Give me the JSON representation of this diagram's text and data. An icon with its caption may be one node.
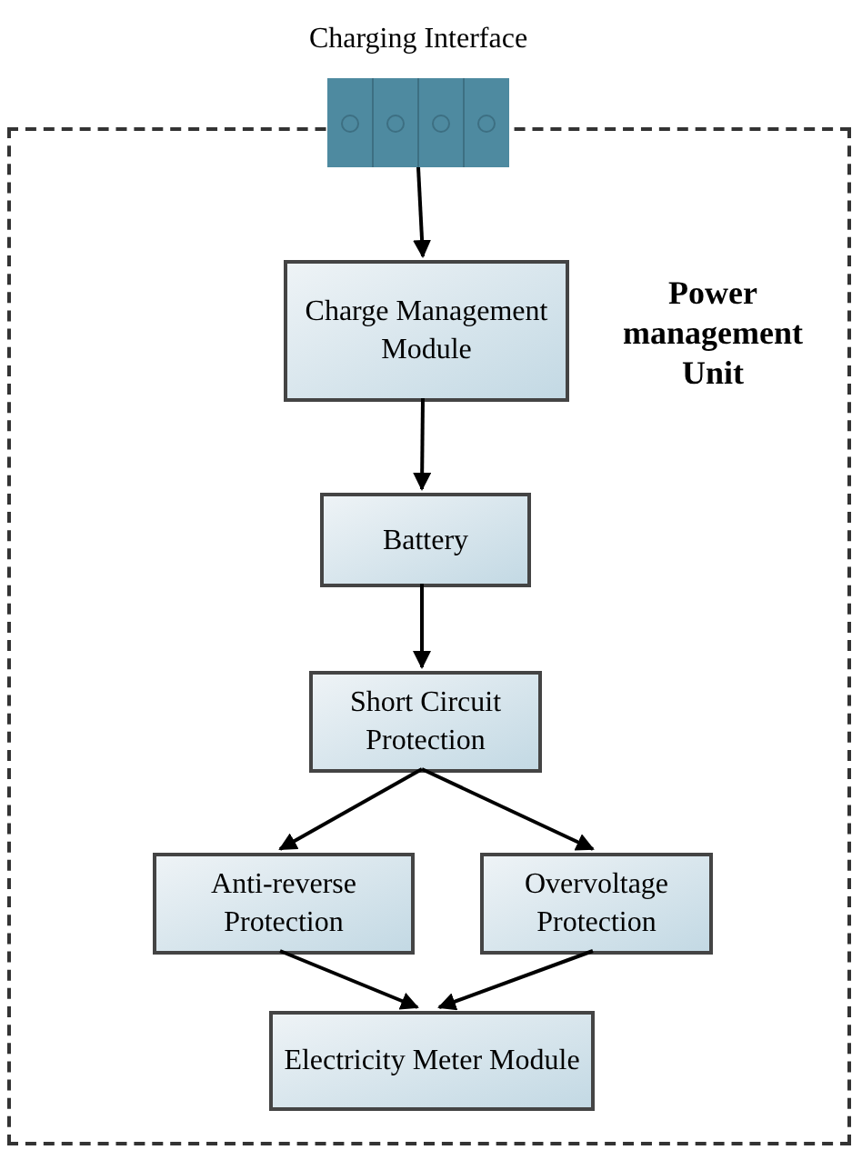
{
  "diagram": {
    "nodes": [
      {
        "text": [
          "Power management Unit"
        ]
      },
      {
        "text": [
          "Charging Interface"
        ]
      },
      {
        "text": [
          "Charge Management Module"
        ],
        "in": 0
      },
      {
        "text": [
          "Battery"
        ],
        "in": 0
      },
      {
        "text": [
          "Short Circuit Protection"
        ],
        "in": 0
      },
      {
        "text": [
          "Anti-reverse Protection"
        ],
        "in": 0
      },
      {
        "text": [
          "Overvoltage Protection"
        ],
        "in": 0
      },
      {
        "text": [
          "Electricity Meter Module"
        ],
        "in": 0
      }
    ],
    "edges": [
      {
        "from": 1,
        "to": 2,
        "arrow": "to"
      },
      {
        "from": 2,
        "to": 3,
        "arrow": "to"
      },
      {
        "from": 3,
        "to": 4,
        "arrow": "to"
      },
      {
        "from": 4,
        "to": 5,
        "arrow": "to"
      },
      {
        "from": 4,
        "to": 6,
        "arrow": "to"
      },
      {
        "from": 5,
        "to": 7,
        "arrow": "to"
      },
      {
        "from": 6,
        "to": 7,
        "arrow": "to"
      }
    ]
  }
}
